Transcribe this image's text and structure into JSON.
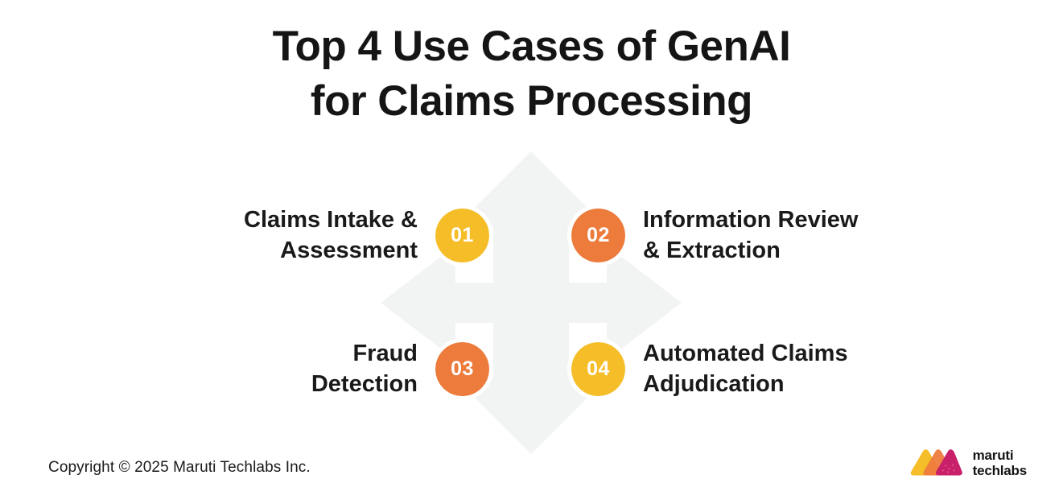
{
  "title": {
    "line1": "Top 4 Use Cases of GenAI",
    "line2": "for Claims Processing"
  },
  "colors": {
    "yellow": "#F5BE29",
    "orange": "#EC7B3C",
    "magenta": "#C9206A",
    "arrow_gray": "#F2F4F3",
    "text_dark": "#1A1A1A",
    "background": "#FFFFFF"
  },
  "items": [
    {
      "number": "01",
      "label_line1": "Claims Intake &",
      "label_line2": "Assessment",
      "accent": "#F5BE29",
      "position": "top-left"
    },
    {
      "number": "02",
      "label_line1": "Information Review",
      "label_line2": "& Extraction",
      "accent": "#EC7B3C",
      "position": "top-right"
    },
    {
      "number": "03",
      "label_line1": "Fraud",
      "label_line2": "Detection",
      "accent": "#EC7B3C",
      "position": "bottom-left"
    },
    {
      "number": "04",
      "label_line1": "Automated Claims",
      "label_line2": "Adjudication",
      "accent": "#F5BE29",
      "position": "bottom-right"
    }
  ],
  "background_graphic": {
    "icon": "four-way-arrow-icon",
    "color": "#F2F4F3"
  },
  "footer": {
    "copyright": "Copyright © 2025 Maruti Techlabs Inc.",
    "logo": {
      "mark": "maruti-techlabs-logo-icon",
      "line1": "maruti",
      "line2": "techlabs"
    }
  }
}
